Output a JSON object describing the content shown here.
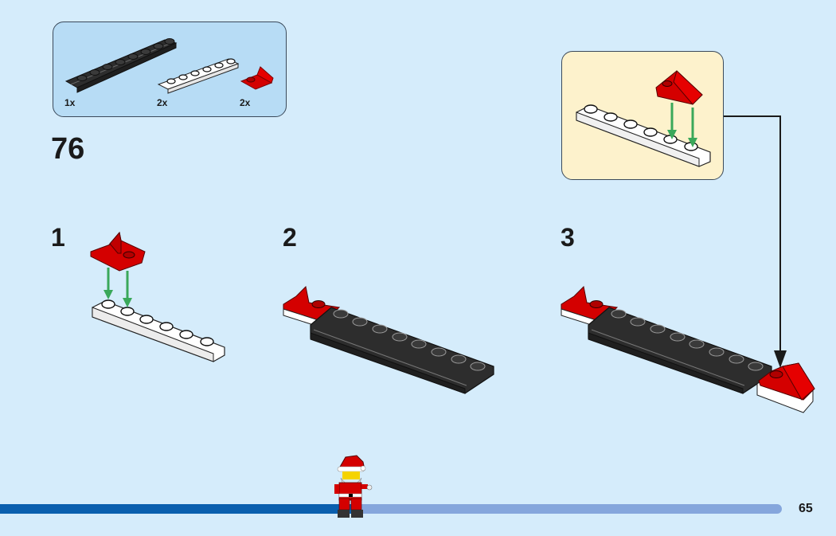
{
  "parts_list": {
    "items": [
      {
        "name": "black plate 2x8 with door rail",
        "color": "#2d2d2d",
        "quantity": "1x"
      },
      {
        "name": "white plate 1x6",
        "color": "#ffffff",
        "quantity": "2x"
      },
      {
        "name": "red bracket 1x1 - 1x1",
        "color": "#d40000",
        "quantity": "2x"
      }
    ]
  },
  "main_step": {
    "number": "76"
  },
  "sub_steps": [
    {
      "number": "1"
    },
    {
      "number": "2"
    },
    {
      "number": "3"
    }
  ],
  "callout": {
    "description": "red slope on white 1x6 plate"
  },
  "footer": {
    "page_number": "65",
    "progress_fraction": 0.45
  },
  "colors": {
    "background": "#d5ecfb",
    "parts_box": "#b7dcf5",
    "callout_box": "#fdf2cc",
    "brick_red": "#d40000",
    "brick_black": "#2d2d2d",
    "arrow_green": "#3aa85a",
    "progress_fill": "#0a5fae",
    "progress_track": "#85a6dc"
  }
}
